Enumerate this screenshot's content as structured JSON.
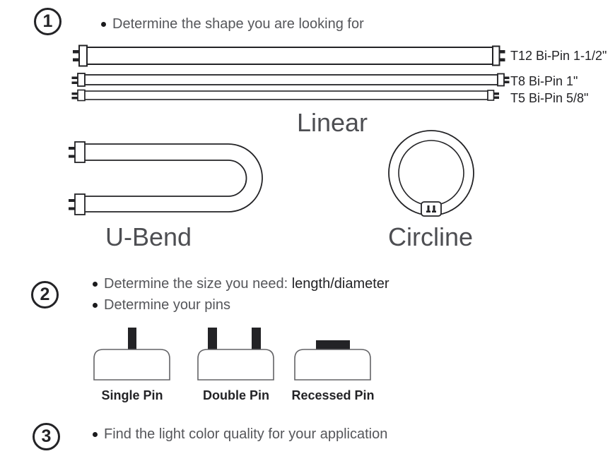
{
  "colors": {
    "ink": "#232326",
    "bullet-gray": "#55565a",
    "shape-label-gray": "#4d4e52",
    "dark-label": "#232326"
  },
  "steps": {
    "one": {
      "number": "1",
      "bullet": "Determine the shape you are looking for"
    },
    "two": {
      "number": "2",
      "bullet_size_prefix": "Determine the size you need: ",
      "bullet_size_emphasis": "length/diameter",
      "bullet_pins": "Determine your pins"
    },
    "three": {
      "number": "3",
      "bullet": "Find the light color quality for your application"
    }
  },
  "linear_tubes": [
    {
      "label": "T12 Bi-Pin 1-1/2\""
    },
    {
      "label": "T8 Bi-Pin 1\""
    },
    {
      "label": "T5 Bi-Pin 5/8\""
    }
  ],
  "shape_labels": {
    "linear": "Linear",
    "ubend": "U-Bend",
    "circline": "Circline"
  },
  "pin_types": [
    {
      "label": "Single Pin"
    },
    {
      "label": "Double Pin"
    },
    {
      "label": "Recessed Pin"
    }
  ]
}
